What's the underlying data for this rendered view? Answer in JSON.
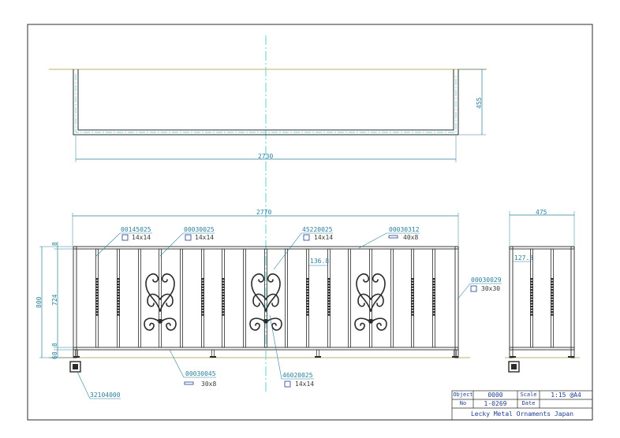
{
  "plan_view": {
    "width_dim": "2730",
    "depth_dim": "455"
  },
  "front_view": {
    "width_dim": "2770",
    "height_total": "800",
    "height_mid": "724",
    "height_top": "8",
    "height_bottom_a": "60",
    "height_bottom_b": "8",
    "spacing_dim": "136.8"
  },
  "side_view": {
    "width_dim": "475",
    "spacing_dim": "127.3"
  },
  "parts": [
    {
      "code": "00145025",
      "size": "14x14",
      "shape": "square"
    },
    {
      "code": "00030025",
      "size": "14x14",
      "shape": "square"
    },
    {
      "code": "45220025",
      "size": "14x14",
      "shape": "square"
    },
    {
      "code": "00030312",
      "size": "40x8",
      "shape": "flat"
    },
    {
      "code": "00030029",
      "size": "30x30",
      "shape": "square"
    },
    {
      "code": "00030045",
      "size": "30x8",
      "shape": "flat"
    },
    {
      "code": "46020025",
      "size": "14x14",
      "shape": "square"
    },
    {
      "code": "32104000",
      "size": "",
      "shape": "none"
    }
  ],
  "title_block": {
    "object_label": "Object",
    "object_value": "0000",
    "scale_label": "Scale",
    "scale_value": "1:15 @A4",
    "no_label": "No",
    "no_value": "1-0269",
    "date_label": "Date",
    "date_value": "",
    "company": "Lecky Metal Ornaments Japan"
  },
  "colors": {
    "frame": "#2b2b2b",
    "dimension": "#2a7f9a",
    "centerline": "#2fc6d6",
    "ground": "#c9c08a",
    "title_text": "#1f3f8f"
  }
}
